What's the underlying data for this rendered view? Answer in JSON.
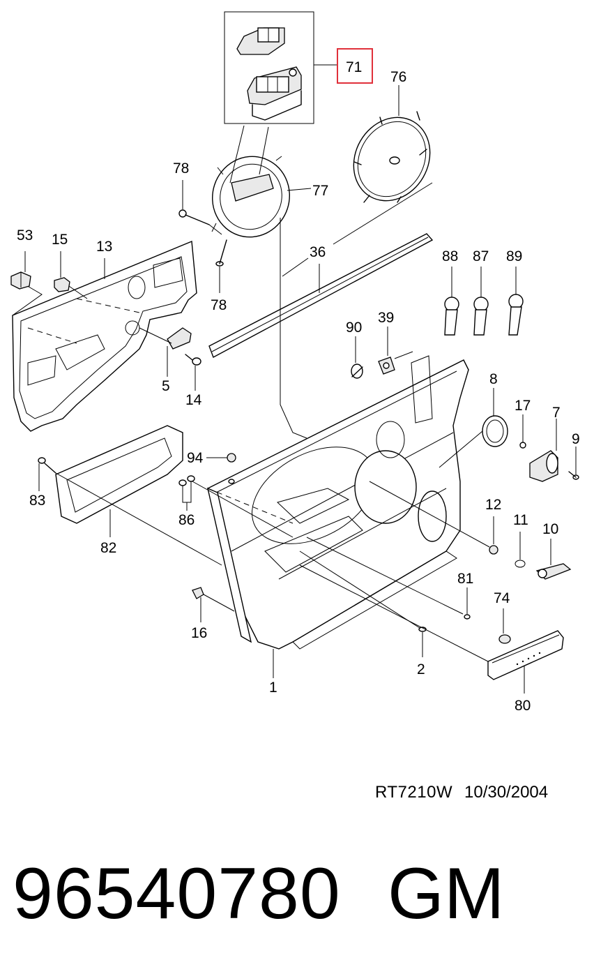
{
  "callouts": {
    "c71": "71",
    "c76": "76",
    "c78a": "78",
    "c77": "77",
    "c78b": "78",
    "c53": "53",
    "c15": "15",
    "c13": "13",
    "c36": "36",
    "c88": "88",
    "c87": "87",
    "c89": "89",
    "c90": "90",
    "c39": "39",
    "c5": "5",
    "c14": "14",
    "c8": "8",
    "c17": "17",
    "c7": "7",
    "c9": "9",
    "c94": "94",
    "c83": "83",
    "c86": "86",
    "c82": "82",
    "c12": "12",
    "c11": "11",
    "c10": "10",
    "c81": "81",
    "c74": "74",
    "c16": "16",
    "c2": "2",
    "c1": "1",
    "c80": "80"
  },
  "highlight_color": "#e0303a",
  "footer": {
    "drawing_code": "RT7210W",
    "drawing_date": "10/30/2004"
  },
  "part_number": "96540780",
  "brand": "GM"
}
